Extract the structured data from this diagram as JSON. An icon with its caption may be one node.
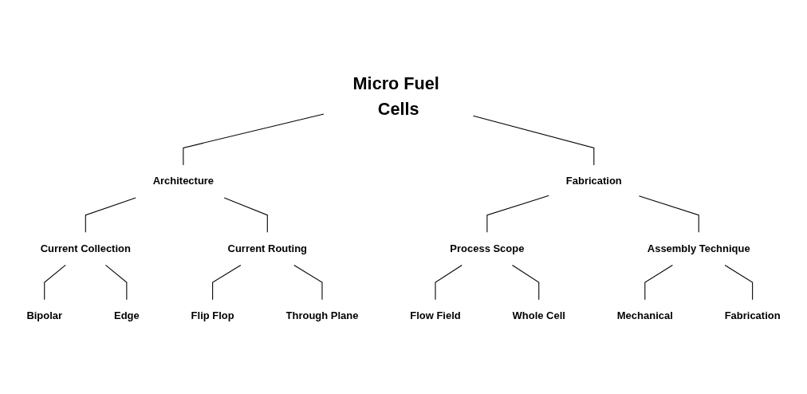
{
  "diagram": {
    "nodes": [
      {
        "text": [
          "Micro Fuel Cells"
        ]
      },
      {
        "text": [
          "Architecture"
        ]
      },
      {
        "text": [
          "Fabrication"
        ]
      },
      {
        "text": [
          "Current Collection"
        ]
      },
      {
        "text": [
          "Current Routing"
        ]
      },
      {
        "text": [
          "Process Scope"
        ]
      },
      {
        "text": [
          "Assembly Technique"
        ]
      },
      {
        "text": [
          "Bipolar"
        ]
      },
      {
        "text": [
          "Edge"
        ]
      },
      {
        "text": [
          "Flip Flop"
        ]
      },
      {
        "text": [
          "Through Plane"
        ]
      },
      {
        "text": [
          "Flow Field"
        ]
      },
      {
        "text": [
          "Whole Cell"
        ]
      },
      {
        "text": [
          "Mechanical"
        ]
      },
      {
        "text": [
          "Fabrication"
        ]
      }
    ],
    "edges": [
      {
        "from": 0,
        "to": 1,
        "arrow": "none"
      },
      {
        "from": 0,
        "to": 2,
        "arrow": "none"
      },
      {
        "from": 1,
        "to": 3,
        "arrow": "none"
      },
      {
        "from": 1,
        "to": 4,
        "arrow": "none"
      },
      {
        "from": 2,
        "to": 5,
        "arrow": "none"
      },
      {
        "from": 2,
        "to": 6,
        "arrow": "none"
      },
      {
        "from": 3,
        "to": 7,
        "arrow": "none"
      },
      {
        "from": 3,
        "to": 8,
        "arrow": "none"
      },
      {
        "from": 4,
        "to": 9,
        "arrow": "none"
      },
      {
        "from": 4,
        "to": 10,
        "arrow": "none"
      },
      {
        "from": 5,
        "to": 11,
        "arrow": "none"
      },
      {
        "from": 5,
        "to": 12,
        "arrow": "none"
      },
      {
        "from": 6,
        "to": 13,
        "arrow": "none"
      },
      {
        "from": 6,
        "to": 14,
        "arrow": "none"
      }
    ]
  }
}
